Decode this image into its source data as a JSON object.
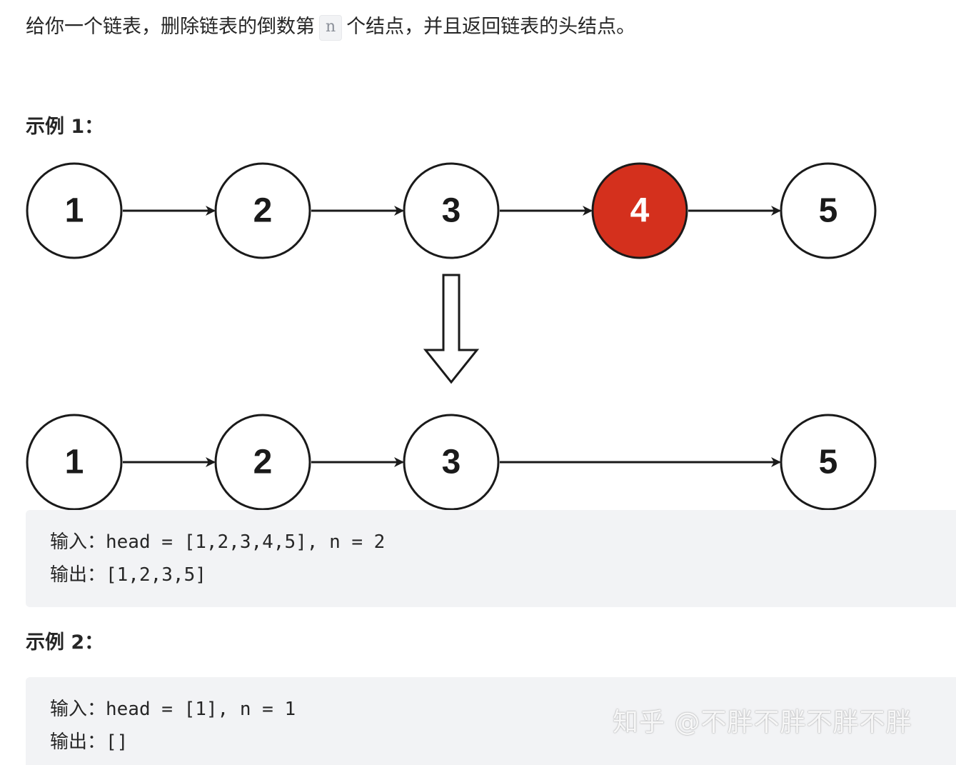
{
  "intro": {
    "before": "给你一个链表，删除链表的倒数第",
    "code": "n",
    "after": "个结点，并且返回链表的头结点。"
  },
  "examples": [
    {
      "heading": "示例 1：",
      "code_lines": [
        "输入：head = [1,2,3,4,5], n = 2",
        "输出：[1,2,3,5]"
      ]
    },
    {
      "heading": "示例 2：",
      "code_lines": [
        "输入：head = [1], n = 1",
        "输出：[]"
      ]
    }
  ],
  "diagram": {
    "before_nodes": [
      "1",
      "2",
      "3",
      "4",
      "5"
    ],
    "after_nodes": [
      "1",
      "2",
      "3",
      "5"
    ],
    "highlight_node": "4",
    "colors": {
      "highlight_fill": "#d4301d",
      "node_stroke": "#1a1a1a",
      "node_fill": "#ffffff",
      "highlight_text": "#ffffff"
    }
  },
  "watermark": "知乎 @不胖不胖不胖不胖"
}
